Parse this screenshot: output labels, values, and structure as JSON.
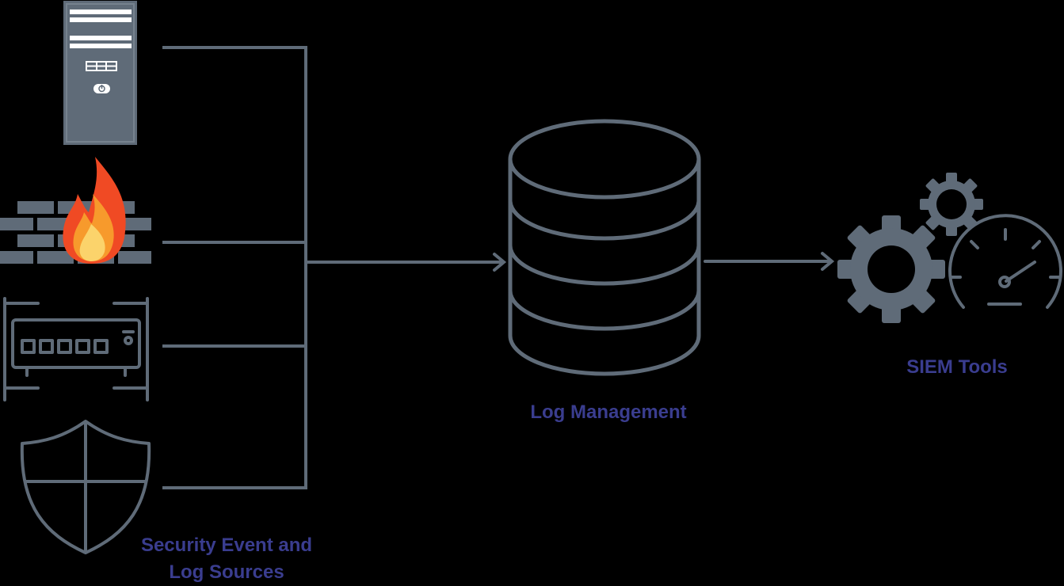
{
  "colors": {
    "background": "#000000",
    "line": "#5f6b78",
    "icon": "#5f6b78",
    "label": "#3a3d8f",
    "flame_outer": "#f04a24",
    "flame_mid": "#f79a2c",
    "flame_inner": "#fbd36b"
  },
  "sources": {
    "label_line1": "Security Event and",
    "label_line2": "Log Sources",
    "icons": [
      "server-tower-icon",
      "firewall-icon",
      "network-switch-icon",
      "shield-icon"
    ]
  },
  "log_management": {
    "label": "Log Management",
    "icon": "database-icon"
  },
  "siem": {
    "label": "SIEM Tools",
    "icons": [
      "gear-large-icon",
      "gear-small-icon",
      "speedometer-icon"
    ]
  }
}
